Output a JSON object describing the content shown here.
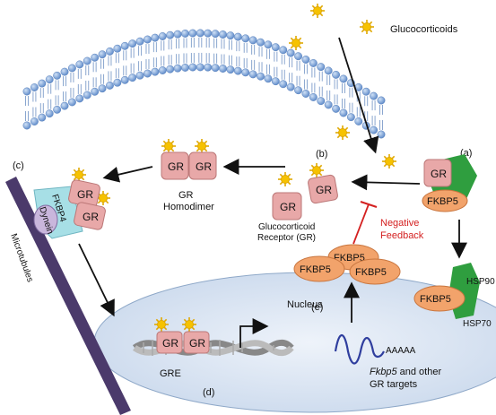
{
  "labels": {
    "glucocorticoids": "Glucocorticoids",
    "a": "(a)",
    "b": "(b)",
    "c": "(c)",
    "d": "(d)",
    "e": "(e)",
    "gr": "GR",
    "fkbp5": "FKBP5",
    "fkbp4": "FKBP4",
    "dynein": "Dynein",
    "gr_homodimer_line1": "GR",
    "gr_homodimer_line2": "Homodimer",
    "receptor_line1": "Glucocorticoid",
    "receptor_line2": "Receptor (GR)",
    "negative_line1": "Negative",
    "negative_line2": "Feedback",
    "hsp90": "HSP90",
    "hsp70": "HSP70",
    "microtubules": "Microtubules",
    "nucleus": "Nucleus",
    "gre": "GRE",
    "polya": "AAAAA",
    "targets_italic": "Fkbp5",
    "targets_rest": " and other",
    "targets_line2": "GR targets"
  },
  "colors": {
    "membrane": "#6f9fd8",
    "gr_box": "#e8a8a8",
    "fkbp5": "#f2a36b",
    "hsp": "#2f9e3f",
    "fkbp4": "#a7dfe6",
    "dynein": "#c9b6dc",
    "microtubule": "#4b3a6b",
    "nucleus": "#d8e5f3",
    "steroid": "#f6c200",
    "negative": "#d42020"
  }
}
